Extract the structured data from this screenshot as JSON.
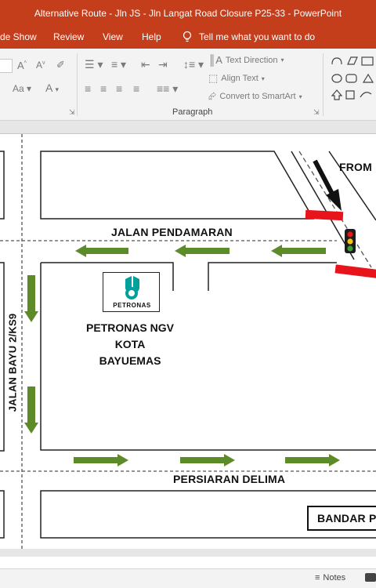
{
  "window": {
    "title": "Alternative Route - Jln JS - Jln Langat Road Closure P25-33  -  PowerPoint"
  },
  "tabs": [
    "de Show",
    "Review",
    "View",
    "Help"
  ],
  "tell_me": {
    "placeholder": "Tell me what you want to do",
    "icon": "lightbulb-icon"
  },
  "ribbon": {
    "font_size_label": "A",
    "text_direction": "Text Direction",
    "align_text": "Align Text",
    "convert_smartart": "Convert to SmartArt",
    "paragraph_group": "Paragraph",
    "case_label": "Aa"
  },
  "map": {
    "road_top": "JALAN PENDAMARAN",
    "road_left": "JALAN BAYU 2/KS9",
    "road_bottom": "PERSIARAN DELIMA",
    "station_name_lines": [
      "PETRONAS NGV",
      "KOTA",
      "BAYUEMAS"
    ],
    "logo_text": "PETRONAS",
    "from_label": "FROM",
    "bandar_label": "BANDAR P",
    "arrow_color": "#5e8b2a",
    "closure_color": "#e8141c"
  },
  "status": {
    "notes_label": "Notes"
  }
}
